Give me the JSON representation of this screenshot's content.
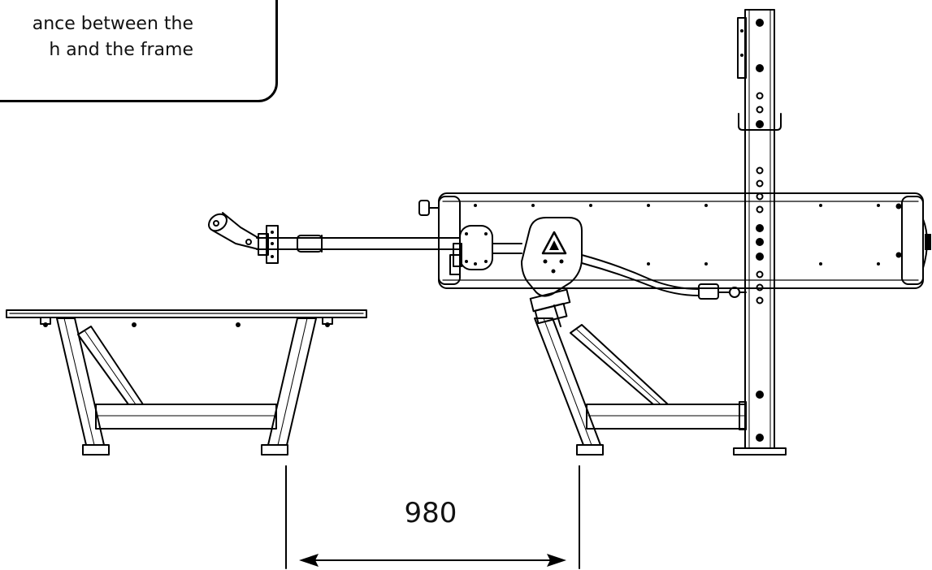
{
  "callout": {
    "line1": "ance between the",
    "line2": "h and the frame"
  },
  "dimension": {
    "value": "980"
  },
  "colors": {
    "stroke": "#000000",
    "background": "#ffffff"
  }
}
